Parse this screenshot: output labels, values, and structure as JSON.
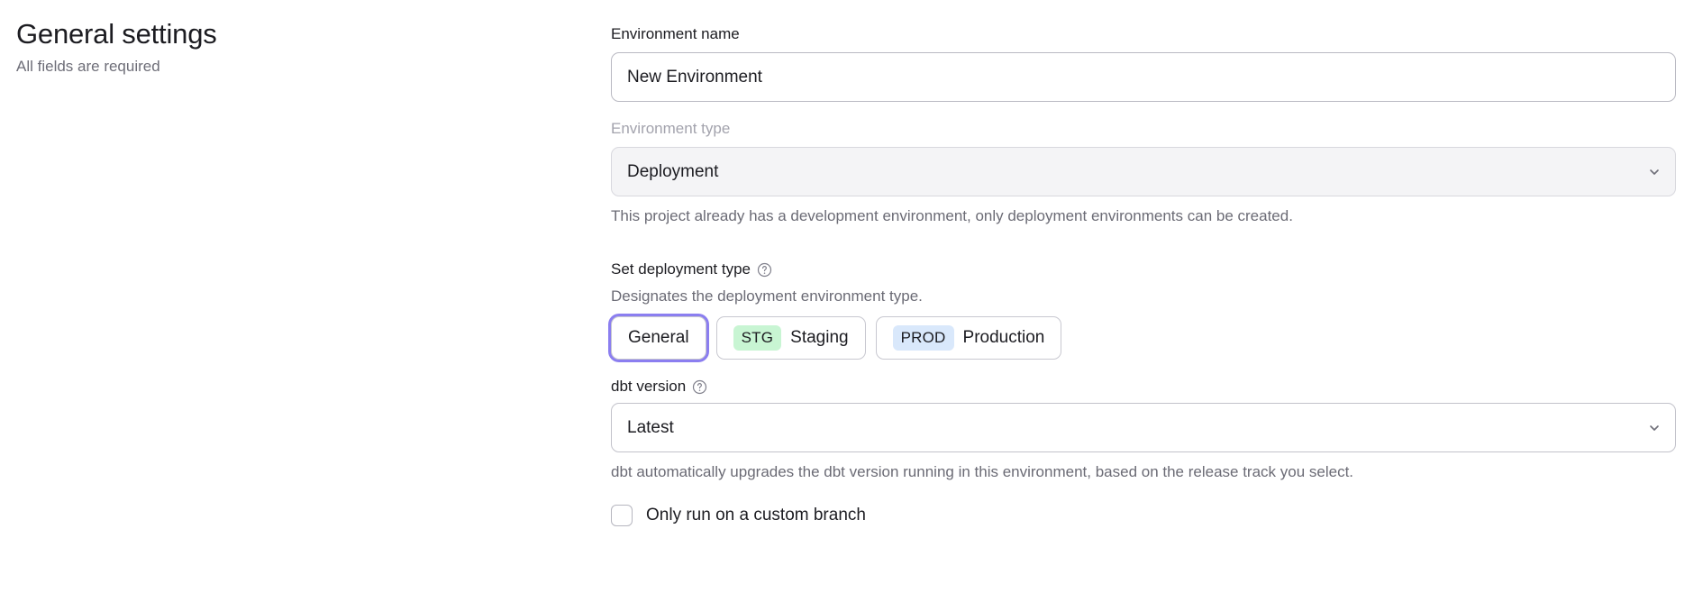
{
  "left": {
    "title": "General settings",
    "subtitle": "All fields are required"
  },
  "form": {
    "environment_name": {
      "label": "Environment name",
      "value": "New Environment",
      "placeholder": "Environment name"
    },
    "environment_type": {
      "label": "Environment type",
      "value": "Deployment",
      "chevron_icon": "chevron-down-icon",
      "disabled": true,
      "helper": "This project already has a development environment, only deployment environments can be created."
    },
    "deployment_type": {
      "label": "Set deployment type",
      "help_icon": "help-circle-icon",
      "description": "Designates the deployment environment type.",
      "options": [
        {
          "label": "General",
          "badge": "",
          "badge_style": "",
          "focused": true
        },
        {
          "label": "Staging",
          "badge": "STG",
          "badge_style": "badge-stg",
          "focused": false
        },
        {
          "label": "Production",
          "badge": "PROD",
          "badge_style": "badge-prod",
          "focused": false
        }
      ]
    },
    "dbt_version": {
      "label": "dbt version",
      "help_icon": "help-circle-icon",
      "value": "Latest",
      "chevron_icon": "chevron-down-icon",
      "helper": "dbt automatically upgrades the dbt version running in this environment, based on the release track you select."
    },
    "custom_branch": {
      "label": "Only run on a custom branch",
      "checked": false
    }
  },
  "colors": {
    "focus_ring": "#8b7ef0",
    "badge_staging": "#c8f5d3",
    "badge_production": "#d9e8fb",
    "text_primary": "#1c1c21",
    "text_muted": "#6b6b75",
    "disabled_label": "#a3a3ad"
  }
}
